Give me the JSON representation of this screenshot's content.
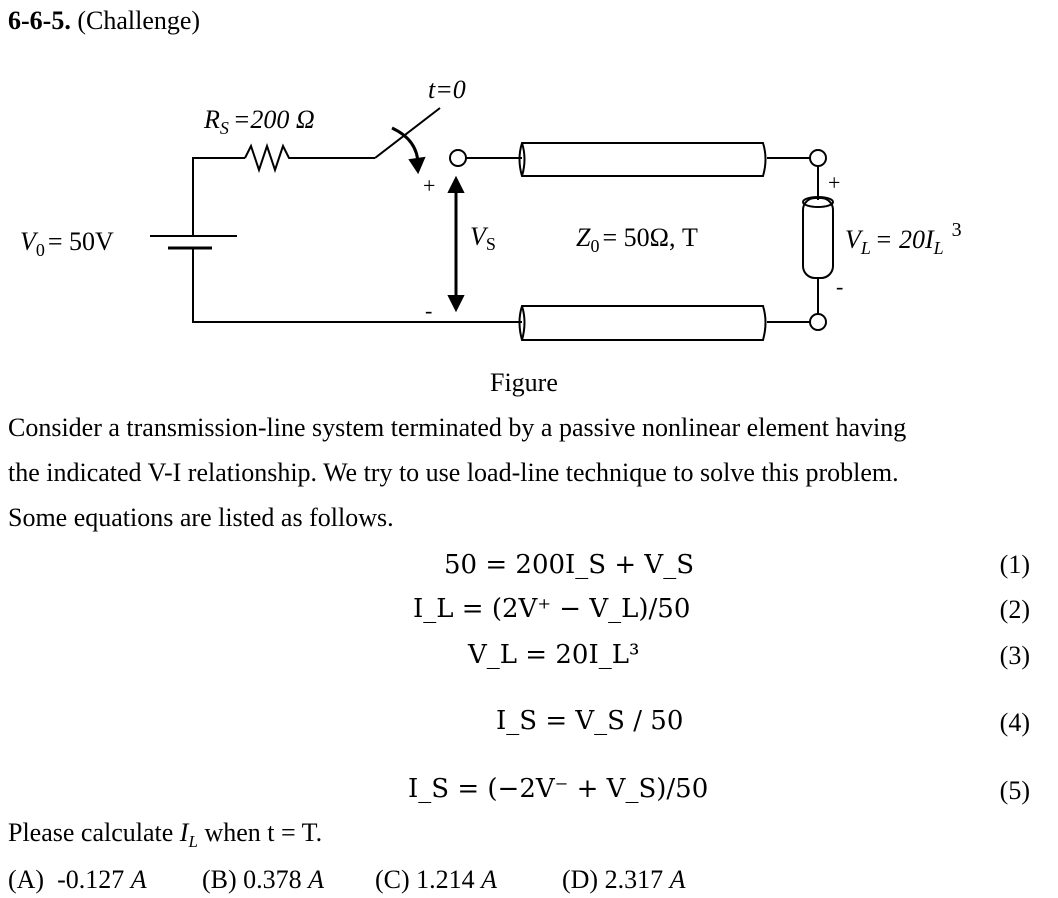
{
  "problem": {
    "number": "6-6-5.",
    "tag": "(Challenge)"
  },
  "figure": {
    "switch_label": "t=0",
    "rs_label": "R",
    "rs_sub": "S",
    "rs_value": "=200 Ω",
    "v0_label": "V",
    "v0_sub": "0",
    "v0_value": "= 50V",
    "vs_label": "V",
    "vs_sub": "S",
    "z0_label": "Z",
    "z0_sub": "0",
    "z0_value": "= 50Ω, T",
    "vl_label": "V",
    "vl_sub": "L",
    "vl_value": "= 20I",
    "vl_sub2": "L",
    "vl_exp": "3",
    "plus": "+",
    "minus": "-",
    "caption": "Figure"
  },
  "paragraph": [
    "Consider a transmission-line system terminated by a passive nonlinear element having",
    "the indicated V-I relationship. We try to use load-line technique to solve this problem.",
    "Some equations are listed as follows."
  ],
  "equations": [
    {
      "text": "50 = 200I_S + V_S",
      "num": "(1)"
    },
    {
      "text": "I_L = (2V⁺ − V_L)/50",
      "num": "(2)"
    },
    {
      "text": "V_L = 20I_L³",
      "num": "(3)"
    },
    {
      "text": "I_S = V_S / 50",
      "num": "(4)"
    },
    {
      "text": "I_S = (−2V⁻ + V_S)/50",
      "num": "(5)"
    }
  ],
  "question": {
    "prefix": "Please calculate ",
    "var": "I",
    "sub": "L",
    "suffix": " when t = T."
  },
  "choices": [
    {
      "label": "(A)",
      "value": "-0.127",
      "unit": "A"
    },
    {
      "label": "(B)",
      "value": "0.378",
      "unit": "A"
    },
    {
      "label": "(C)",
      "value": "1.214",
      "unit": "A"
    },
    {
      "label": "(D)",
      "value": "2.317",
      "unit": "A"
    }
  ]
}
